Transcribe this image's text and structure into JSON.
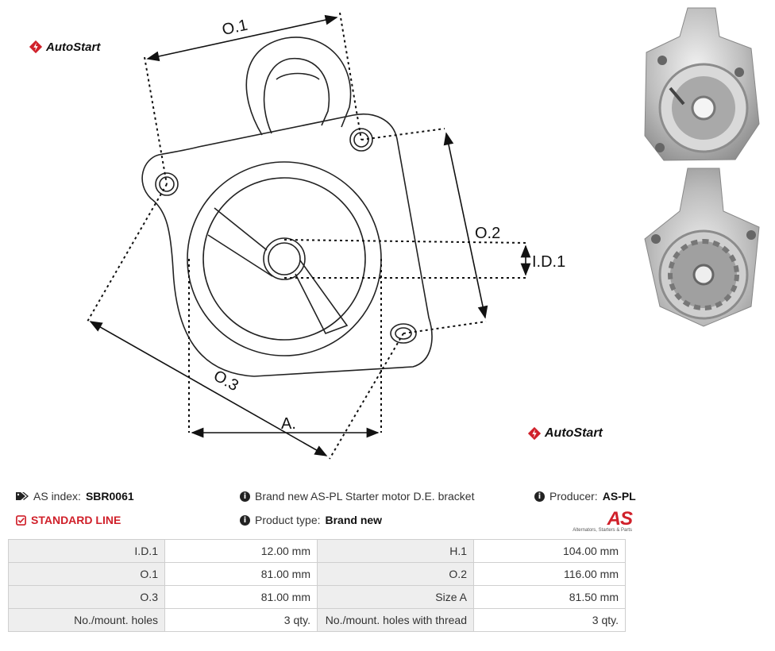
{
  "brand": {
    "name": "AutoStart",
    "color": "#d0202a"
  },
  "drawing": {
    "labels": {
      "o1": "O.1",
      "o2": "O.2",
      "o3": "O.3",
      "id1": "I.D.1",
      "a": "A."
    }
  },
  "product": {
    "as_index_label": "AS index:",
    "as_index_value": "SBR0061",
    "line": "STANDARD LINE",
    "description": "Brand new AS-PL Starter motor D.E. bracket",
    "type_label": "Product type:",
    "type_value": "Brand new",
    "producer_label": "Producer:",
    "producer_value": "AS-PL",
    "producer_logo_text": "AS",
    "producer_logo_tagline": "Alternators, Starters & Parts"
  },
  "specs": [
    {
      "label1": "I.D.1",
      "value1": "12.00 mm",
      "label2": "H.1",
      "value2": "104.00 mm"
    },
    {
      "label1": "O.1",
      "value1": "81.00 mm",
      "label2": "O.2",
      "value2": "116.00 mm"
    },
    {
      "label1": "O.3",
      "value1": "81.00 mm",
      "label2": "Size A",
      "value2": "81.50 mm"
    },
    {
      "label1": "No./mount. holes",
      "value1": "3 qty.",
      "label2": "No./mount. holes with thread",
      "value2": "3 qty."
    }
  ]
}
